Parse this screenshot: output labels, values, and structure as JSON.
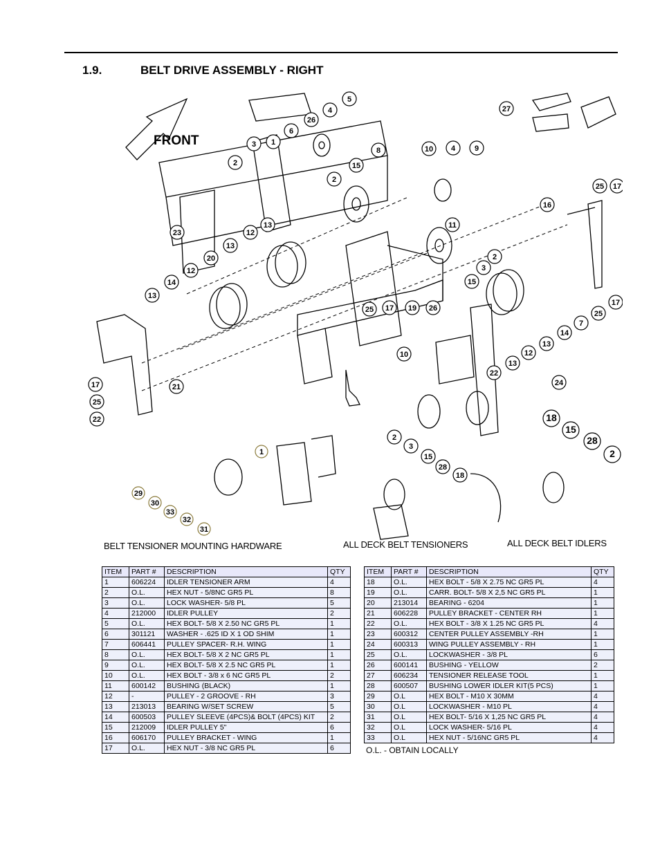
{
  "header": {
    "section_number": "1.9.",
    "section_title": "BELT DRIVE ASSEMBLY - RIGHT"
  },
  "diagram": {
    "front_label": "FRONT",
    "main_callouts": [
      "5",
      "4",
      "26",
      "6",
      "1",
      "3",
      "2",
      "27",
      "4",
      "9",
      "8",
      "10",
      "15",
      "2",
      "25",
      "17",
      "16",
      "11",
      "23",
      "12",
      "13",
      "13",
      "12",
      "2",
      "3",
      "20",
      "15",
      "14",
      "13",
      "25",
      "17",
      "19",
      "26",
      "17",
      "25",
      "7",
      "14",
      "13",
      "12",
      "13",
      "10",
      "22",
      "24",
      "17",
      "21",
      "25",
      "22"
    ],
    "tensioner_callouts": [
      "1",
      "29",
      "30",
      "33",
      "32",
      "31"
    ],
    "deck_tensioner_callouts": [
      "2",
      "3",
      "15",
      "28",
      "18"
    ],
    "deck_idler_callouts": [
      "18",
      "15",
      "28",
      "2"
    ]
  },
  "captions": {
    "tensioner_hardware": "BELT TENSIONER MOUNTING HARDWARE",
    "deck_tensioners": "ALL DECK BELT TENSIONERS",
    "deck_idlers": "ALL DECK BELT IDLERS"
  },
  "table_headers": {
    "item": "ITEM",
    "part": "PART #",
    "description": "DESCRIPTION",
    "qty": "QTY"
  },
  "parts_left": [
    {
      "item": "1",
      "part": "606224",
      "desc": "IDLER TENSIONER ARM",
      "qty": "4"
    },
    {
      "item": "2",
      "part": "O.L.",
      "desc": "HEX NUT - 5/8NC GR5 PL",
      "qty": "8"
    },
    {
      "item": "3",
      "part": "O.L.",
      "desc": "LOCK WASHER- 5/8 PL",
      "qty": "5"
    },
    {
      "item": "4",
      "part": "212000",
      "desc": "IDLER PULLEY",
      "qty": "2"
    },
    {
      "item": "5",
      "part": "O.L.",
      "desc": "HEX BOLT- 5/8 X 2.50 NC GR5 PL",
      "qty": "1"
    },
    {
      "item": "6",
      "part": "301121",
      "desc": "WASHER - .625 ID X 1 OD SHIM",
      "qty": "1"
    },
    {
      "item": "7",
      "part": "606441",
      "desc": "PULLEY SPACER- R.H. WING",
      "qty": "1"
    },
    {
      "item": "8",
      "part": "O.L.",
      "desc": "HEX BOLT- 5/8 X 2 NC GR5 PL",
      "qty": "1"
    },
    {
      "item": "9",
      "part": "O.L.",
      "desc": "HEX BOLT- 5/8 X 2.5 NC GR5 PL",
      "qty": "1"
    },
    {
      "item": "10",
      "part": "O.L.",
      "desc": "HEX BOLT - 3/8 x 6 NC GR5 PL",
      "qty": "2"
    },
    {
      "item": "11",
      "part": "600142",
      "desc": "BUSHING (BLACK)",
      "qty": "1"
    },
    {
      "item": "12",
      "part": "-",
      "desc": "PULLEY - 2 GROOVE - RH",
      "qty": "3"
    },
    {
      "item": "13",
      "part": "213013",
      "desc": "BEARING W/SET SCREW",
      "qty": "5"
    },
    {
      "item": "14",
      "part": "600503",
      "desc": "PULLEY SLEEVE (4PCS)& BOLT (4PCS) KIT",
      "qty": "2"
    },
    {
      "item": "15",
      "part": "212009",
      "desc": "IDLER PULLEY 5\"",
      "qty": "6"
    },
    {
      "item": "16",
      "part": "606170",
      "desc": "PULLEY BRACKET - WING",
      "qty": "1"
    },
    {
      "item": "17",
      "part": "O.L.",
      "desc": "HEX NUT - 3/8 NC GR5 PL",
      "qty": "6"
    }
  ],
  "parts_right": [
    {
      "item": "18",
      "part": "O.L.",
      "desc": "HEX BOLT - 5/8 X 2.75 NC GR5 PL",
      "qty": "4"
    },
    {
      "item": "19",
      "part": "O.L.",
      "desc": "CARR. BOLT- 5/8 X 2,5 NC GR5 PL",
      "qty": "1"
    },
    {
      "item": "20",
      "part": "213014",
      "desc": "BEARING - 6204",
      "qty": "1"
    },
    {
      "item": "21",
      "part": "606228",
      "desc": "PULLEY BRACKET - CENTER RH",
      "qty": "1"
    },
    {
      "item": "22",
      "part": "O.L.",
      "desc": "HEX BOLT - 3/8 X 1.25 NC GR5 PL",
      "qty": "4"
    },
    {
      "item": "23",
      "part": "600312",
      "desc": "CENTER PULLEY ASSEMBLY -RH",
      "qty": "1"
    },
    {
      "item": "24",
      "part": "600313",
      "desc": "WING PULLEY ASSEMBLY - RH",
      "qty": "1"
    },
    {
      "item": "25",
      "part": "O.L.",
      "desc": "LOCKWASHER - 3/8 PL",
      "qty": "6"
    },
    {
      "item": "26",
      "part": "600141",
      "desc": "BUSHING - YELLOW",
      "qty": "2"
    },
    {
      "item": "27",
      "part": "606234",
      "desc": "TENSIONER RELEASE TOOL",
      "qty": "1"
    },
    {
      "item": "28",
      "part": "600507",
      "desc": "BUSHING LOWER IDLER KIT(5 PCS)",
      "qty": "1"
    },
    {
      "item": "29",
      "part": "O.L",
      "desc": "HEX BOLT - M10 X 30MM",
      "qty": "4"
    },
    {
      "item": "30",
      "part": "O.L",
      "desc": "LOCKWASHER - M10 PL",
      "qty": "4"
    },
    {
      "item": "31",
      "part": "O.L",
      "desc": "HEX BOLT- 5/16 X 1,25 NC GR5 PL",
      "qty": "4"
    },
    {
      "item": "32",
      "part": "O.L",
      "desc": "LOCK WASHER- 5/16 PL",
      "qty": "4"
    },
    {
      "item": "33",
      "part": "O.L",
      "desc": "HEX NUT - 5/16NC GR5 PL",
      "qty": "4"
    }
  ],
  "note": "O.L. - OBTAIN LOCALLY"
}
